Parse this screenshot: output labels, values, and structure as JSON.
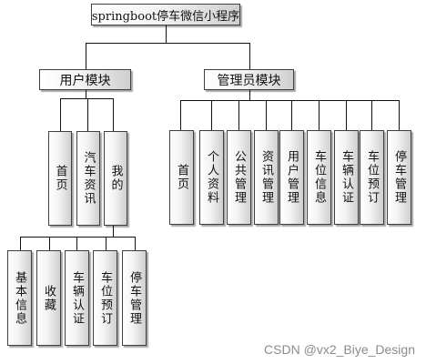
{
  "root": {
    "label": "springboot停车微信小程序"
  },
  "user_module": {
    "label": "用户模块",
    "children": [
      {
        "label": "首页"
      },
      {
        "label": "汽车资讯"
      },
      {
        "label": "我的"
      }
    ],
    "mine_children": [
      {
        "label": "基本信息"
      },
      {
        "label": "收藏"
      },
      {
        "label": "车辆认证"
      },
      {
        "label": "车位预订"
      },
      {
        "label": "停车管理"
      }
    ]
  },
  "admin_module": {
    "label": "管理员模块",
    "children": [
      {
        "label": "首页"
      },
      {
        "label": "个人资料"
      },
      {
        "label": "公共管理"
      },
      {
        "label": "资讯管理"
      },
      {
        "label": "用户管理"
      },
      {
        "label": "车位信息"
      },
      {
        "label": "车辆认证"
      },
      {
        "label": "车位预订"
      },
      {
        "label": "停车管理"
      }
    ]
  },
  "watermark": "CSDN @vx2_Biye_Design"
}
